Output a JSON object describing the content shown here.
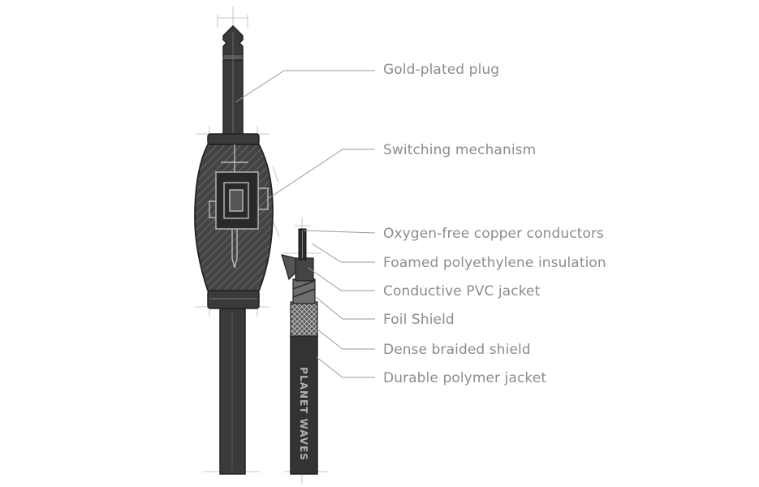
{
  "diagram": {
    "callouts": [
      {
        "id": "plug",
        "label": "Gold-plated plug"
      },
      {
        "id": "switch",
        "label": "Switching mechanism"
      },
      {
        "id": "conductors",
        "label": "Oxygen-free copper conductors"
      },
      {
        "id": "insulation",
        "label": "Foamed polyethylene insulation"
      },
      {
        "id": "pvc",
        "label": "Conductive PVC jacket"
      },
      {
        "id": "foil",
        "label": "Foil Shield"
      },
      {
        "id": "braid",
        "label": "Dense braided shield"
      },
      {
        "id": "polymer",
        "label": "Durable polymer jacket"
      }
    ],
    "cable_print": "PLANET WAVES"
  },
  "colors": {
    "ink": "#333333",
    "body": "#3a3a3a",
    "dark": "#222222",
    "leader": "#9a9a9a",
    "text": "#8c8c8c",
    "guide": "#b5b5b5"
  }
}
